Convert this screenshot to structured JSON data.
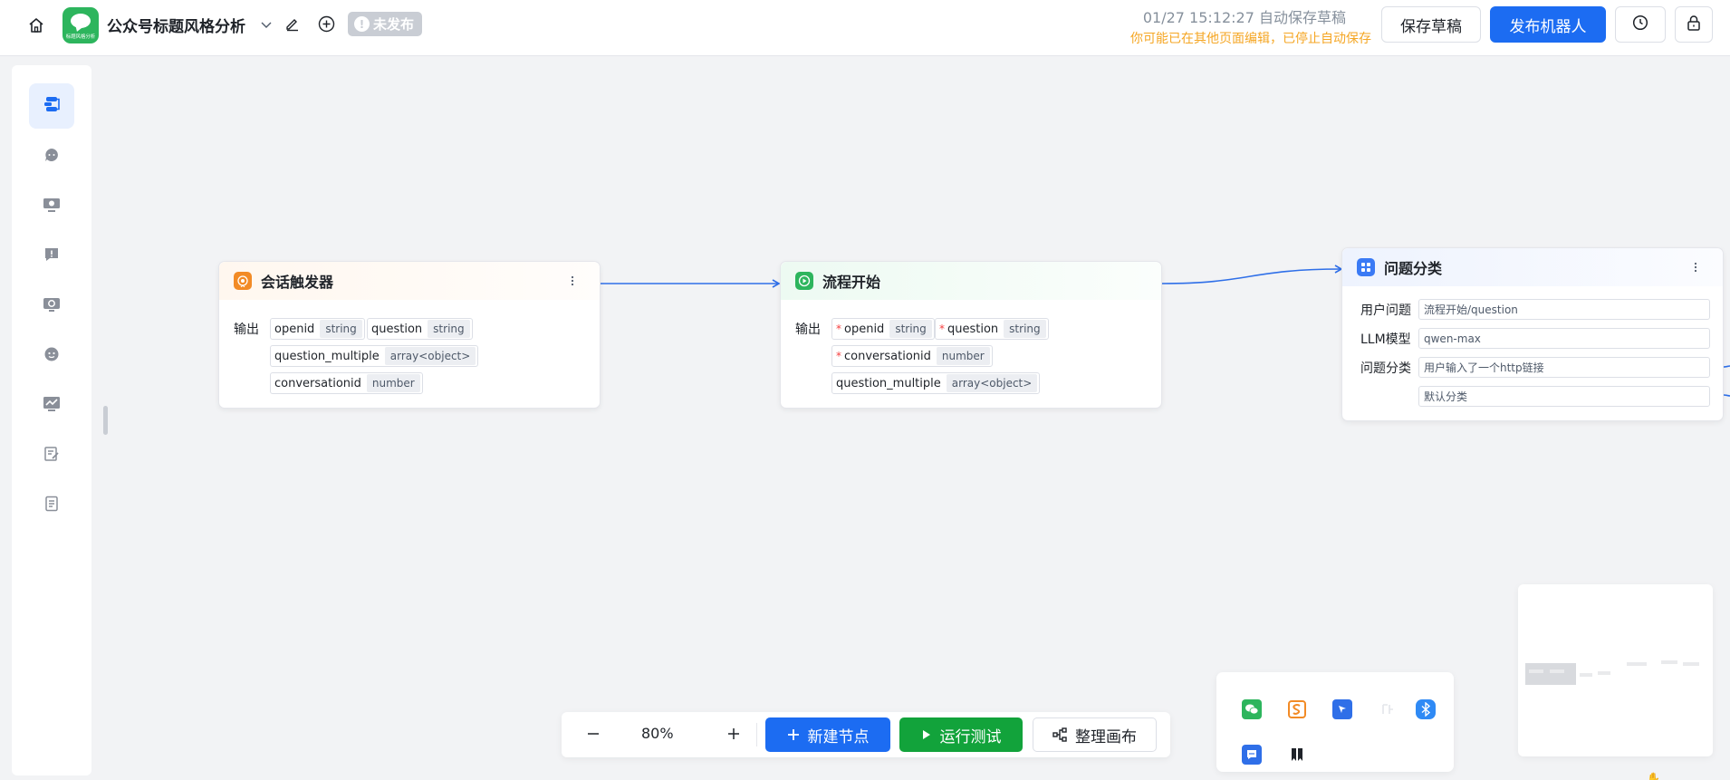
{
  "header": {
    "app_title": "公众号标题风格分析",
    "logo_text": "标题风格分析",
    "status_badge": "未发布",
    "autosave_time": "01/27 15:12:27 自动保存草稿",
    "autosave_warning": "你可能已在其他页面编辑，已停止自动保存",
    "save_draft_label": "保存草稿",
    "publish_label": "发布机器人"
  },
  "colors": {
    "primary": "#1c6cf2",
    "run_green": "#12a33b",
    "warning_orange": "#f5a623",
    "trigger_orange": "#f28b26",
    "start_green": "#2db55d",
    "classify_blue": "#3a7af5"
  },
  "sidebar": {
    "items": [
      {
        "icon": "workflow-icon",
        "active": true
      },
      {
        "icon": "chat-bubble-icon",
        "active": false
      },
      {
        "icon": "monitor-icon",
        "active": false
      },
      {
        "icon": "alert-icon",
        "active": false
      },
      {
        "icon": "screen-icon",
        "active": false
      },
      {
        "icon": "smile-icon",
        "active": false
      },
      {
        "icon": "trend-chart-icon",
        "active": false
      },
      {
        "icon": "edit-doc-icon",
        "active": false
      },
      {
        "icon": "document-icon",
        "active": false
      }
    ]
  },
  "nodes": {
    "trigger": {
      "title": "会话触发器",
      "output_label": "输出",
      "outputs": [
        {
          "name": "openid",
          "type": "string"
        },
        {
          "name": "question",
          "type": "string"
        },
        {
          "name": "question_multiple",
          "type": "array<object>"
        },
        {
          "name": "conversationid",
          "type": "number"
        }
      ]
    },
    "start": {
      "title": "流程开始",
      "output_label": "输出",
      "outputs": [
        {
          "name": "openid",
          "type": "string",
          "required": "*"
        },
        {
          "name": "question",
          "type": "string",
          "required": "*"
        },
        {
          "name": "conversationid",
          "type": "number",
          "required": "*"
        },
        {
          "name": "question_multiple",
          "type": "array<object>"
        }
      ]
    },
    "classify": {
      "title": "问题分类",
      "user_question_label": "用户问题",
      "user_question_value": "流程开始/question",
      "llm_label": "LLM模型",
      "llm_value": "qwen-max",
      "category_label": "问题分类",
      "category_1": "用户输入了一个http链接",
      "category_2": "默认分类"
    }
  },
  "toolbar": {
    "zoom_level": "80%",
    "new_node_label": "新建节点",
    "run_test_label": "运行测试",
    "arrange_label": "整理画布"
  },
  "channels": [
    "wechat-icon",
    "sogou-icon",
    "feishu-icon",
    "faded-channel-icon",
    "bluetooth-icon",
    "message-icon",
    "bookmark-icon"
  ]
}
